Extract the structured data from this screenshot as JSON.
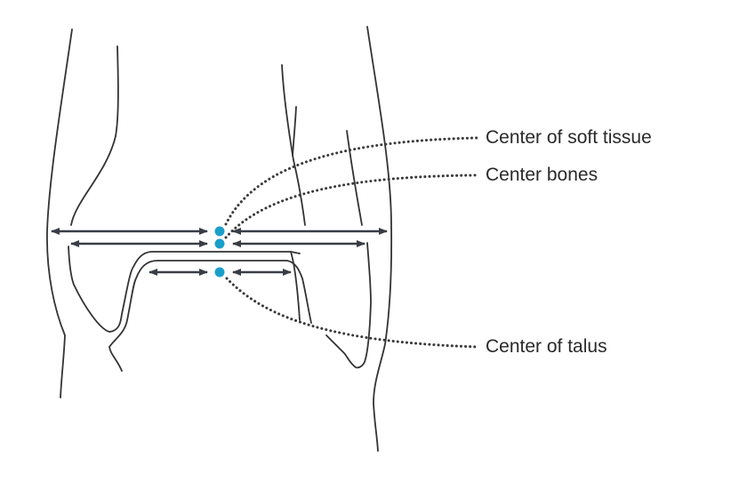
{
  "labels": {
    "soft_tissue": "Center of soft tissue",
    "bones": "Center bones",
    "talus": "Center of talus"
  },
  "colors": {
    "center_point": "#1a9fcb",
    "line": "#333333"
  }
}
